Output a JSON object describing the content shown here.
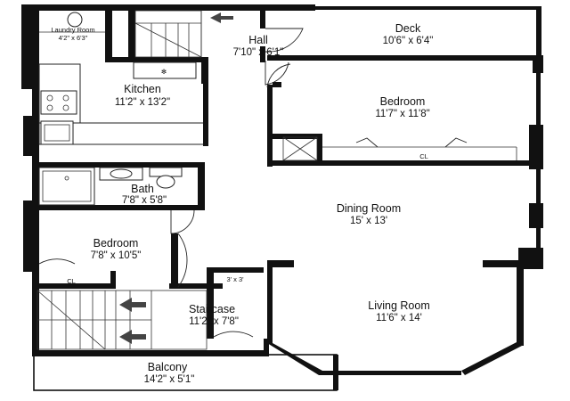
{
  "rooms": {
    "laundry": {
      "name": "Laundry Room",
      "dim": "4'2\" x 6'3\""
    },
    "hall": {
      "name": "Hall",
      "dim": "7'10\" x 6'1\""
    },
    "deck": {
      "name": "Deck",
      "dim": "10'6\" x 6'4\""
    },
    "kitchen": {
      "name": "Kitchen",
      "dim": "11'2\" x 13'2\""
    },
    "bedroom1": {
      "name": "Bedroom",
      "dim": "11'7\" x 11'8\""
    },
    "bath": {
      "name": "Bath",
      "dim": "7'8\" x 5'8\""
    },
    "dining": {
      "name": "Dining Room",
      "dim": "15' x 13'"
    },
    "bedroom2": {
      "name": "Bedroom",
      "dim": "7'8\" x 10'5\""
    },
    "staircase": {
      "name": "Staircase",
      "dim": "11'2\" x 7'8\""
    },
    "living": {
      "name": "Living Room",
      "dim": "11'6\" x 14'"
    },
    "balcony": {
      "name": "Balcony",
      "dim": "14'2\" x 5'1\""
    }
  },
  "labels": {
    "closet1": "CL",
    "closet2": "CL",
    "landing": "3' x 3'"
  }
}
